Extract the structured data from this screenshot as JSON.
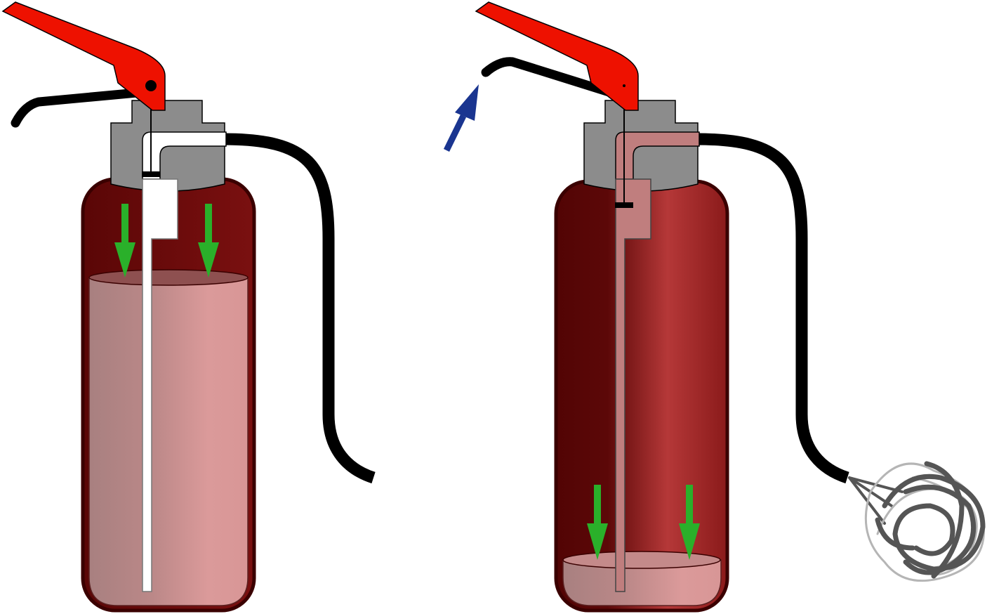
{
  "diagram": {
    "panels": [
      {
        "state": "idle",
        "content_level": "full"
      },
      {
        "state": "discharging",
        "content_level": "low"
      }
    ],
    "colors": {
      "lever": "#ee1100",
      "valve_head": "#8c8c8c",
      "body_dark": "#5a0606",
      "body_light": "#b53838",
      "liquid_left": "#a88080",
      "liquid_right": "#db9a9a",
      "pressure_arrow": "#2ab02a",
      "actuation_arrow": "#1a3590",
      "hose": "#000000",
      "spray": "#555555"
    },
    "icons": [
      "down-arrow-icon",
      "up-right-arrow-icon"
    ]
  }
}
